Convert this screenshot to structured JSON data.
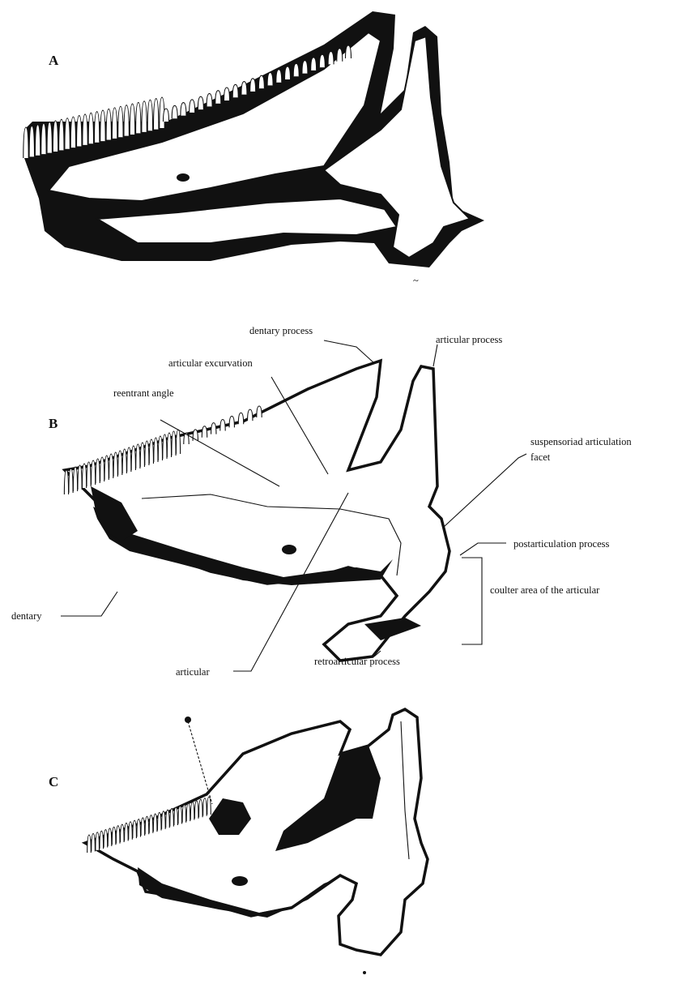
{
  "panels": [
    {
      "letter": "A"
    },
    {
      "letter": "B"
    },
    {
      "letter": "C"
    }
  ],
  "labels": {
    "dentary_process": "dentary process",
    "articular_process": "articular process",
    "articular_excurvation": "articular excurvation",
    "reentrant_angle": "reentrant angle",
    "suspensorial_facet_line1": "suspensoriad articulation",
    "suspensorial_facet_line2": "facet",
    "postarticulation_process": "postarticulation process",
    "coulter_area": "coulter area of the articular",
    "dentary": "dentary",
    "articular": "articular",
    "retroarticular_process": "retroarticular process"
  },
  "colors": {
    "ink": "#111111",
    "paper": "#ffffff"
  }
}
